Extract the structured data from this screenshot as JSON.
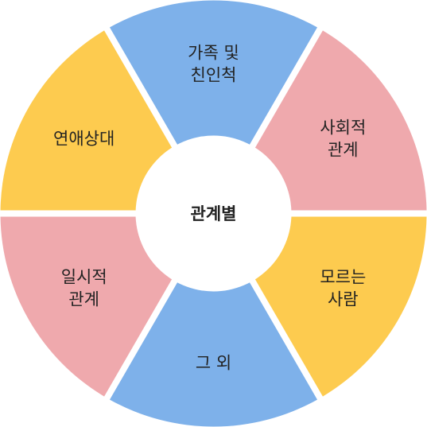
{
  "diagram": {
    "center": {
      "label": "관계별"
    },
    "segments": [
      {
        "id": "family",
        "lines": [
          "가족 및",
          "친인척"
        ],
        "color": "#7EB1EA"
      },
      {
        "id": "social",
        "lines": [
          "사회적",
          "관계"
        ],
        "color": "#EFA9AD"
      },
      {
        "id": "stranger",
        "lines": [
          "모르는",
          "사람"
        ],
        "color": "#FDCB4F"
      },
      {
        "id": "other",
        "lines": [
          "그 외"
        ],
        "color": "#7EB1EA"
      },
      {
        "id": "temporary",
        "lines": [
          "일시적",
          "관계"
        ],
        "color": "#EFA9AD"
      },
      {
        "id": "romantic",
        "lines": [
          "연애상대"
        ],
        "color": "#FDCB4F"
      }
    ]
  }
}
